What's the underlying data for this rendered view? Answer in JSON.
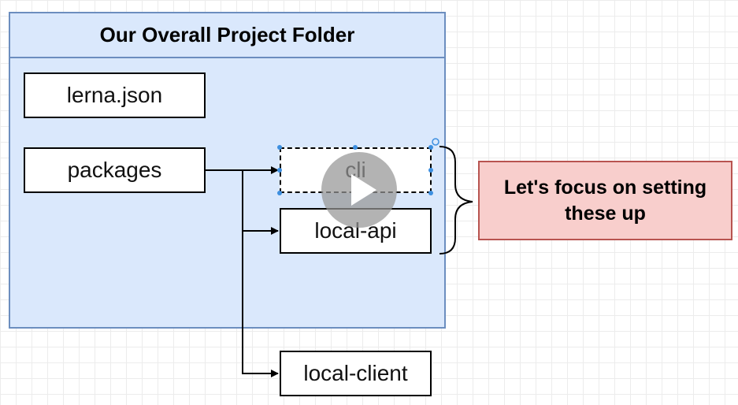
{
  "diagram": {
    "folder_title": "Our Overall Project Folder",
    "lerna_label": "lerna.json",
    "packages_label": "packages",
    "cli_label": "cli",
    "local_api_label": "local-api",
    "local_client_label": "local-client",
    "focus_note": "Let's focus on setting these up"
  },
  "colors": {
    "folder_fill": "#dae8fc",
    "folder_border": "#6c8ebf",
    "note_fill": "#f8cecc",
    "note_border": "#b85450",
    "selection": "#3d8fe0"
  },
  "icons": {
    "play": "play-icon",
    "rotate": "rotate-handle-icon"
  }
}
